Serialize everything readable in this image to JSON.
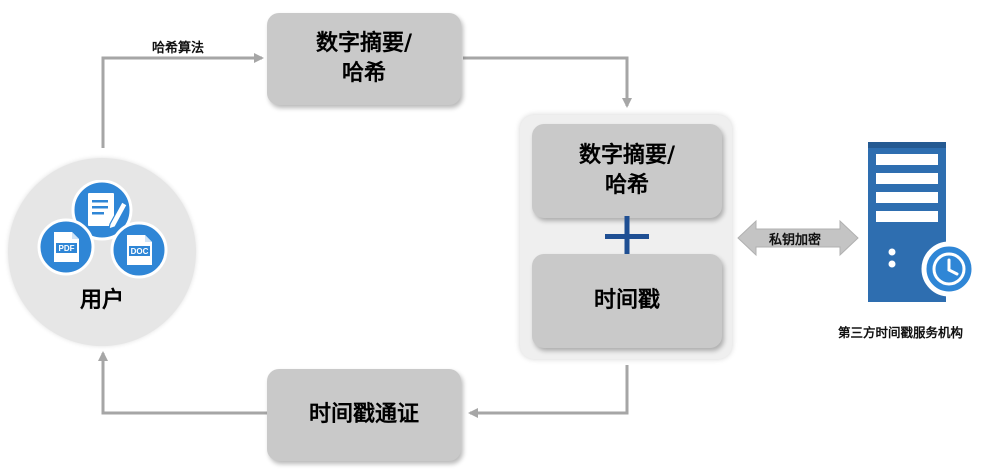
{
  "nodes": {
    "digest_top": {
      "line1": "数字摘要/",
      "line2": "哈希"
    },
    "digest_inner": {
      "line1": "数字摘要/",
      "line2": "哈希"
    },
    "timestamp_inner": {
      "label": "时间戳"
    },
    "timestamp_cert": {
      "label": "时间戳通证"
    },
    "user": {
      "label": "用户"
    },
    "tsa": {
      "label": "第三方时间戳服务机构"
    }
  },
  "edges": {
    "hash_algorithm": "哈希算法",
    "private_key_encrypt": "私钥加密"
  },
  "file_icons": {
    "pdf": "PDF",
    "doc": "DOC"
  },
  "colors": {
    "box_gray": "#c9c9c9",
    "connector": "#a6a6a6",
    "plus": "#1f4f93",
    "server_blue": "#2e6eb0",
    "icon_blue": "#2f86d6"
  }
}
